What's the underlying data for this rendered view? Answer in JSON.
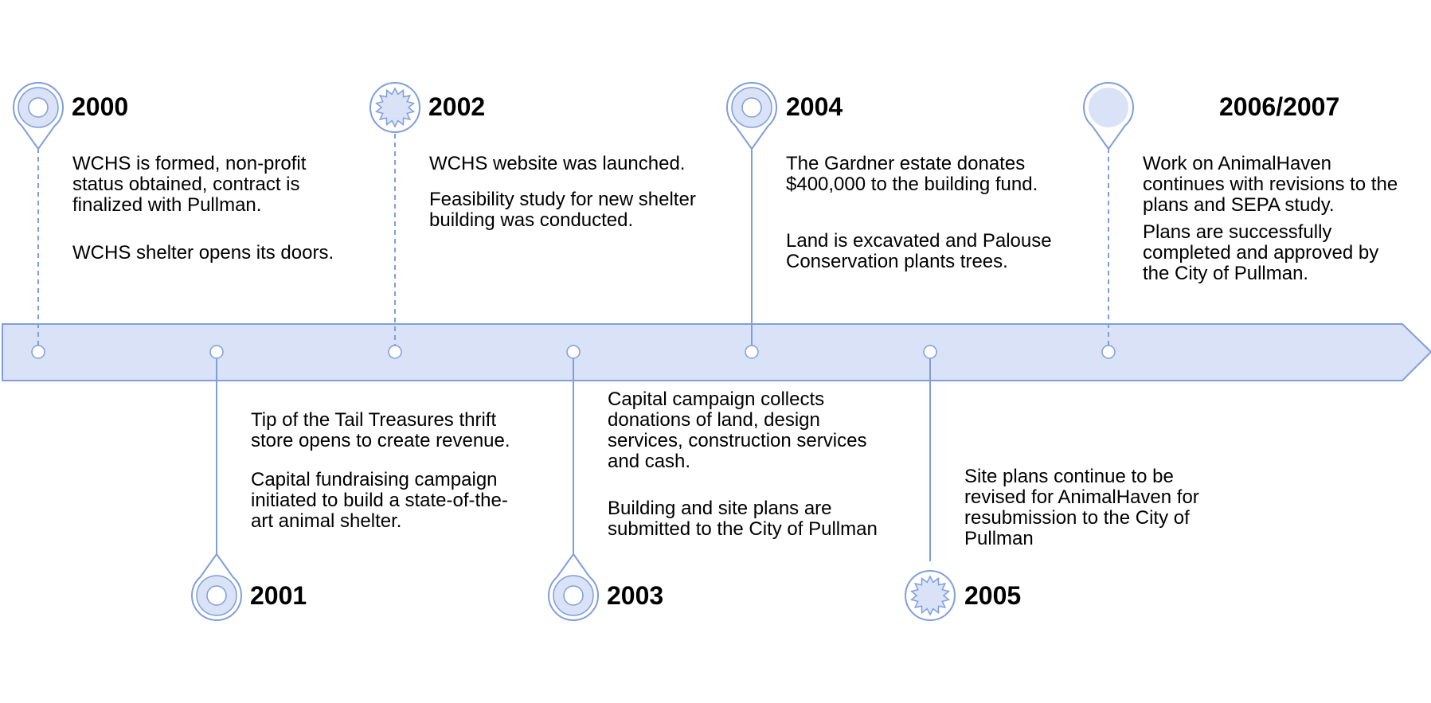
{
  "colors": {
    "band_fill": "#d9e2f7",
    "band_stroke": "#7f9edb",
    "line": "#7f9edb",
    "marker_fill": "#d9e2f7",
    "dot_fill": "#ffffff",
    "text": "#000000"
  },
  "events": [
    {
      "year": "2000",
      "icon": "pin-ring-icon",
      "connector": "dashed",
      "side": "top",
      "items": [
        "WCHS is formed, non-profit status obtained, contract is finalized with Pullman.",
        "WCHS shelter opens its doors."
      ]
    },
    {
      "year": "2001",
      "icon": "pin-ring-icon",
      "connector": "solid",
      "side": "bottom",
      "items": [
        "Tip of the Tail Treasures thrift store opens to create revenue.",
        "Capital fundraising campaign initiated to build a state-of-the-art animal shelter."
      ]
    },
    {
      "year": "2002",
      "icon": "starburst-icon",
      "connector": "dashed",
      "side": "top",
      "items": [
        "WCHS website was launched.",
        "Feasibility study for new shelter building was conducted."
      ]
    },
    {
      "year": "2003",
      "icon": "pin-ring-icon",
      "connector": "solid",
      "side": "bottom",
      "items": [
        "Capital campaign collects donations of land, design services, construction services and cash.",
        "Building and site plans are submitted to the City of Pullman"
      ]
    },
    {
      "year": "2004",
      "icon": "pin-ring-icon",
      "connector": "solid",
      "side": "top",
      "items": [
        "The Gardner estate donates $400,000 to the building fund.",
        "Land is excavated and Palouse Conservation plants trees."
      ]
    },
    {
      "year": "2005",
      "icon": "starburst-icon",
      "connector": "solid",
      "side": "bottom",
      "items": [
        "Site plans continue to be revised for AnimalHaven for resubmission to the City of Pullman"
      ]
    },
    {
      "year": "2006/2007",
      "icon": "pin-filled-icon",
      "connector": "dashed",
      "side": "top",
      "items": [
        "Work on AnimalHaven continues with revisions to the plans and SEPA study.",
        "Plans are successfully completed and approved by the City of Pullman."
      ]
    }
  ]
}
